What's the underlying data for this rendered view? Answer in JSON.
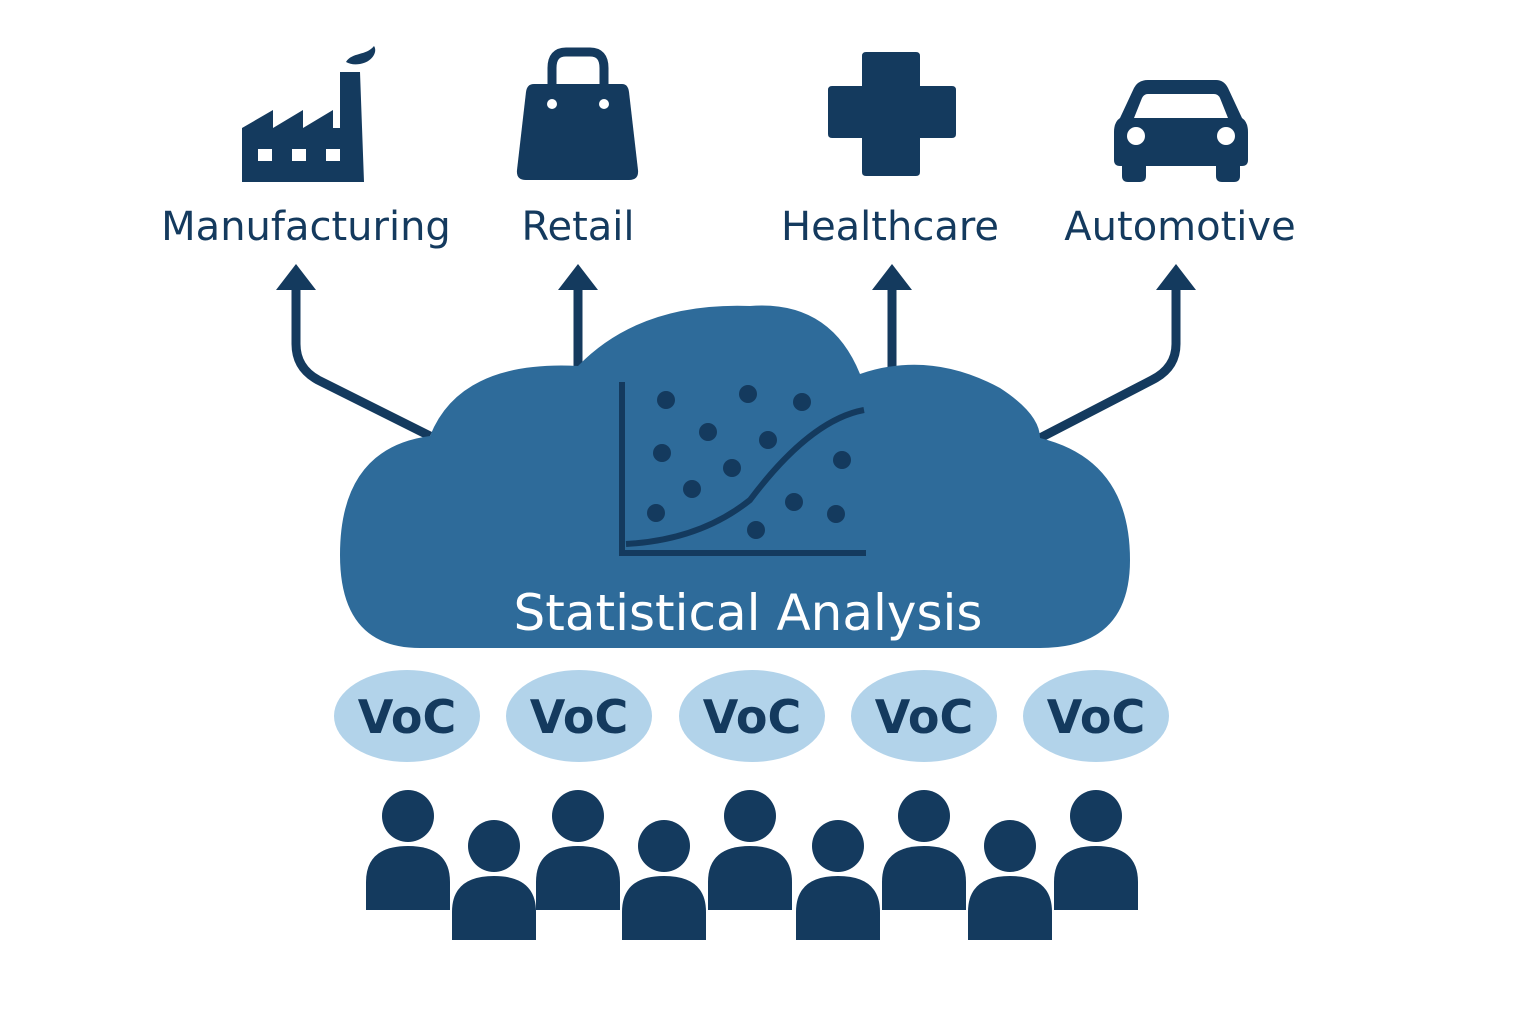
{
  "industries": [
    {
      "label": "Manufacturing",
      "icon": "factory-icon"
    },
    {
      "label": "Retail",
      "icon": "shopping-bag-icon"
    },
    {
      "label": "Healthcare",
      "icon": "medical-cross-icon"
    },
    {
      "label": "Automotive",
      "icon": "car-icon"
    }
  ],
  "cloud": {
    "title": "Statistical Analysis",
    "icon": "scatter-plot-icon"
  },
  "voc_bubbles": [
    {
      "label": "VoC"
    },
    {
      "label": "VoC"
    },
    {
      "label": "VoC"
    },
    {
      "label": "VoC"
    },
    {
      "label": "VoC"
    }
  ],
  "people_icon": "person-icon",
  "colors": {
    "navy": "#143a5e",
    "cloud": "#2e6b9a",
    "voc_bubble": "#b2d3ea",
    "background": "#ffffff"
  }
}
